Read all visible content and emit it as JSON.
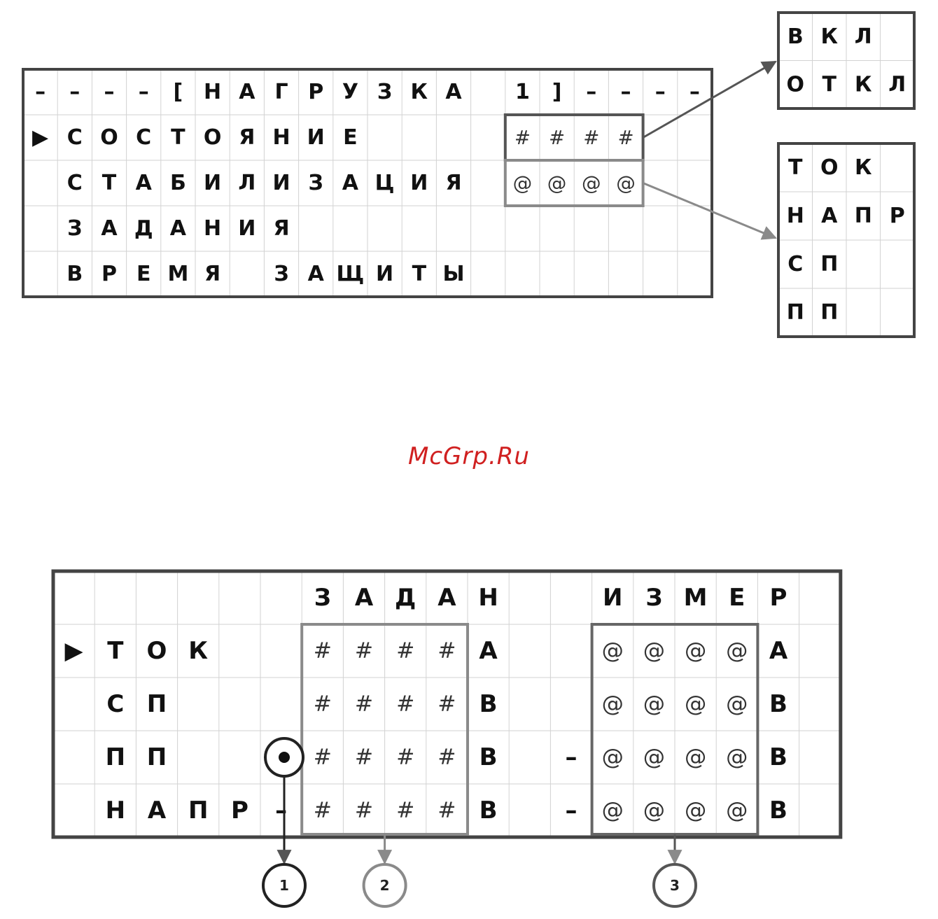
{
  "watermark": "McGrp.Ru",
  "colors": {
    "frame": "#444444",
    "grid": "#d2d2d2",
    "hash_box": "#555555",
    "at_box": "#8a8a8a",
    "text": "#111111",
    "watermark": "#d02020"
  },
  "screen1": {
    "rows": [
      [
        "–",
        "–",
        "–",
        "–",
        "[",
        "Н",
        "А",
        "Г",
        "Р",
        "У",
        "З",
        "К",
        "А",
        "",
        "1",
        "]",
        "–",
        "–",
        "–",
        "–"
      ],
      [
        "▶",
        "С",
        "О",
        "С",
        "Т",
        "О",
        "Я",
        "Н",
        "И",
        "Е",
        "",
        "",
        "",
        "",
        "#",
        "#",
        "#",
        "#",
        "",
        ""
      ],
      [
        "",
        "С",
        "Т",
        "А",
        "Б",
        "И",
        "Л",
        "И",
        "З",
        "А",
        "Ц",
        "И",
        "Я",
        "",
        "@",
        "@",
        "@",
        "@",
        "",
        ""
      ],
      [
        "",
        "З",
        "А",
        "Д",
        "А",
        "Н",
        "И",
        "Я",
        "",
        "",
        "",
        "",
        "",
        "",
        "",
        "",
        "",
        "",
        "",
        ""
      ],
      [
        "",
        "В",
        "Р",
        "Е",
        "М",
        "Я",
        "",
        "З",
        "А",
        "Щ",
        "И",
        "Т",
        "Ы",
        "",
        "",
        "",
        "",
        "",
        "",
        ""
      ]
    ]
  },
  "options_state": {
    "rows": [
      [
        "В",
        "К",
        "Л",
        ""
      ],
      [
        "О",
        "Т",
        "К",
        "Л"
      ]
    ]
  },
  "options_mode": {
    "rows": [
      [
        "Т",
        "О",
        "К",
        ""
      ],
      [
        "Н",
        "А",
        "П",
        "Р"
      ],
      [
        "С",
        "П",
        "",
        ""
      ],
      [
        "П",
        "П",
        "",
        ""
      ]
    ]
  },
  "screen2": {
    "rows": [
      [
        "",
        "",
        "",
        "",
        "",
        "",
        "З",
        "А",
        "Д",
        "А",
        "Н",
        "",
        "",
        "И",
        "З",
        "М",
        "Е",
        "Р",
        ""
      ],
      [
        "▶",
        "Т",
        "О",
        "К",
        "",
        "",
        "#",
        "#",
        "#",
        "#",
        "А",
        "",
        "",
        "@",
        "@",
        "@",
        "@",
        "А",
        ""
      ],
      [
        "",
        "С",
        "П",
        "",
        "",
        "",
        "#",
        "#",
        "#",
        "#",
        "В",
        "",
        "",
        "@",
        "@",
        "@",
        "@",
        "В",
        ""
      ],
      [
        "",
        "П",
        "П",
        "",
        "",
        "–",
        "#",
        "#",
        "#",
        "#",
        "В",
        "",
        "–",
        "@",
        "@",
        "@",
        "@",
        "В",
        ""
      ],
      [
        "",
        "Н",
        "А",
        "П",
        "Р",
        "–",
        "#",
        "#",
        "#",
        "#",
        "В",
        "",
        "–",
        "@",
        "@",
        "@",
        "@",
        "В",
        ""
      ]
    ]
  },
  "callouts": [
    {
      "label": "1"
    },
    {
      "label": "2"
    },
    {
      "label": "3"
    }
  ]
}
